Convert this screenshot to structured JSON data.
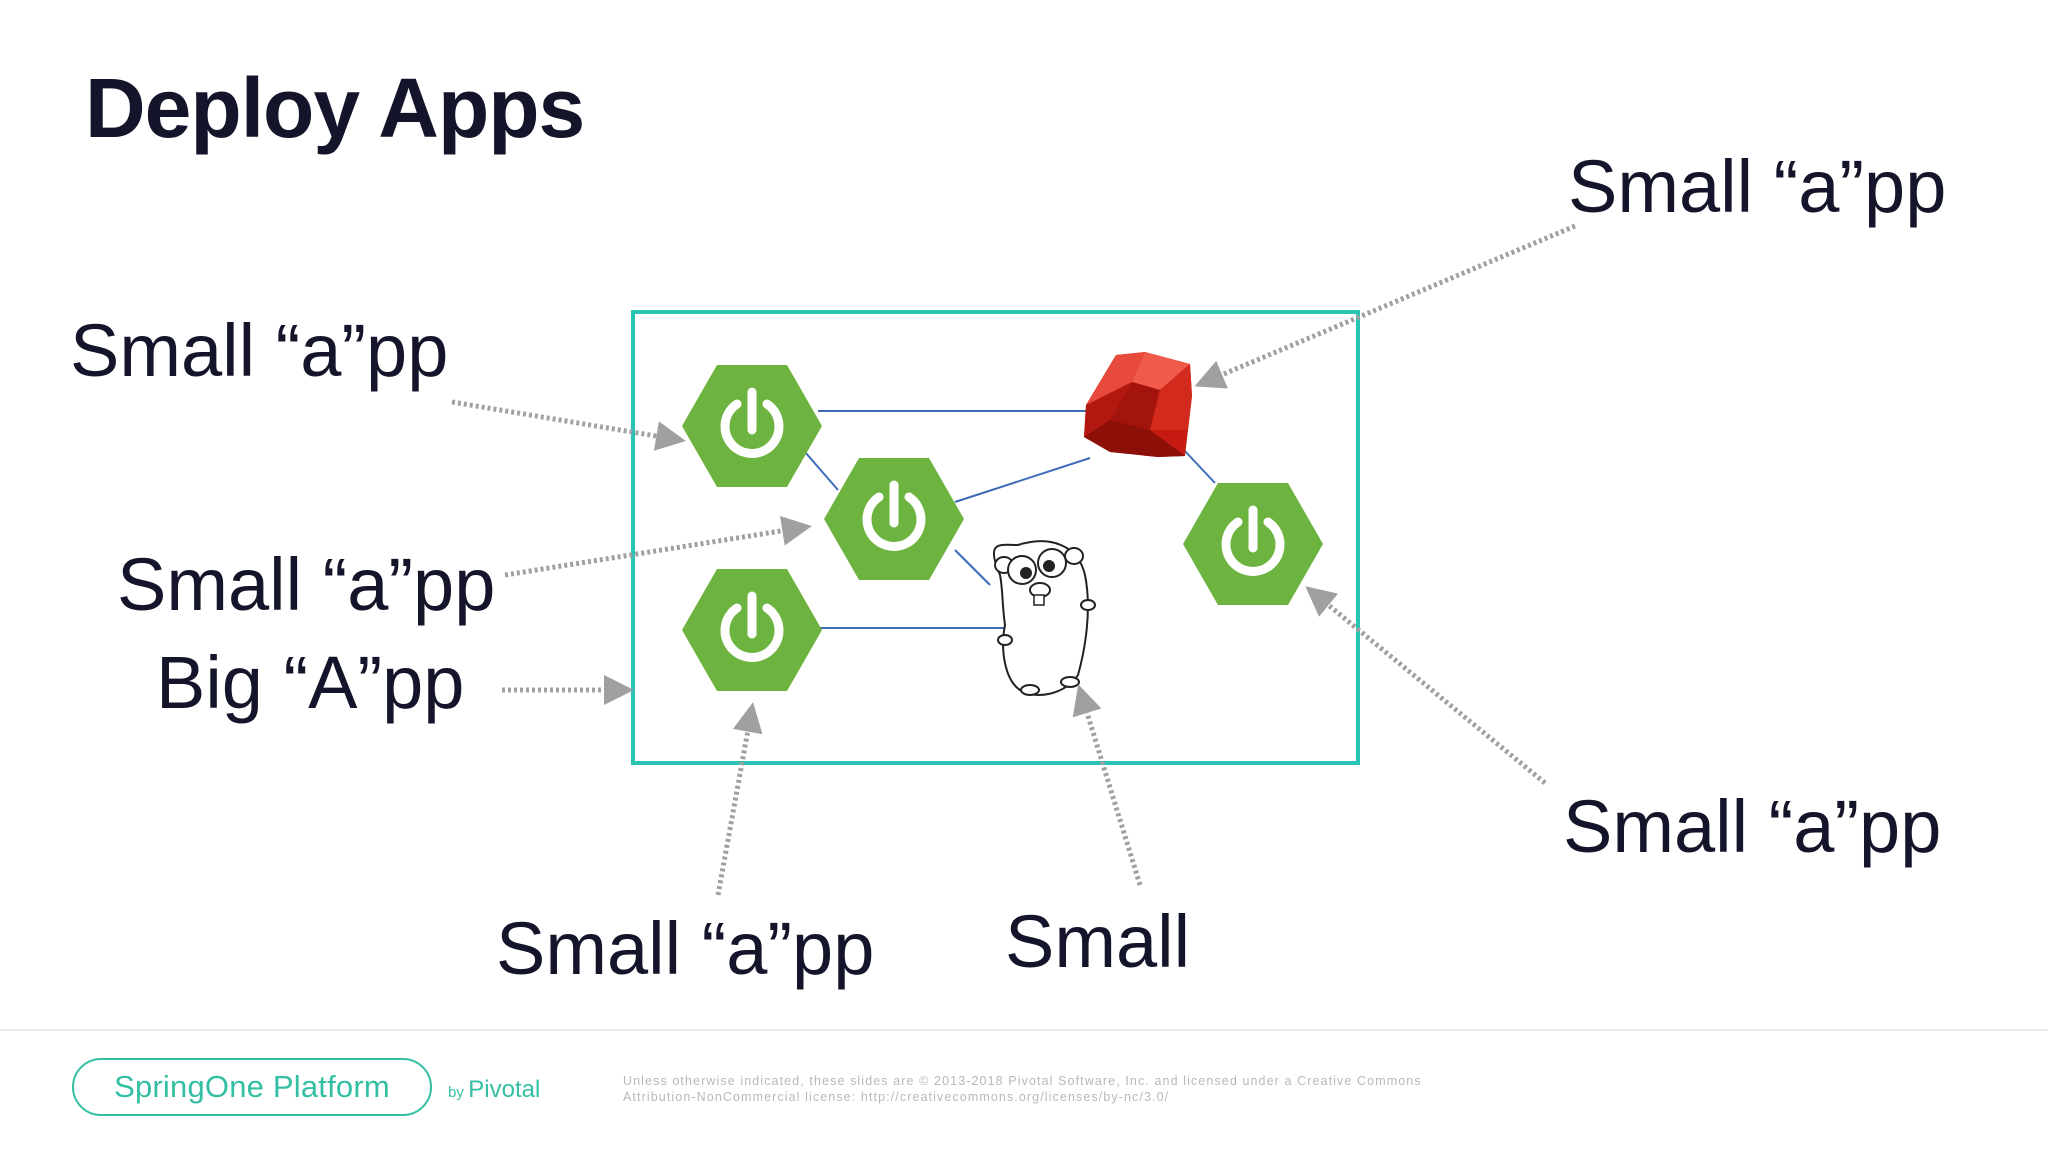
{
  "slide": {
    "title": "Deploy Apps",
    "labels": {
      "top_right": "Small “a”pp",
      "left_top": "Small “a”pp",
      "left_middle": "Small “a”pp",
      "left_big": "Big “A”pp",
      "bottom_left": "Small “a”pp",
      "bottom_middle": "Small",
      "bottom_right": "Small “a”pp"
    },
    "icons": {
      "spring_boot": "spring-power-icon",
      "ruby": "ruby-gem-icon",
      "go": "go-gopher-icon"
    },
    "colors": {
      "frame_border": "#28c3b4",
      "spring_green": "#6db33f",
      "ruby_red": "#c61a12",
      "connector_line": "#3d6bb8",
      "arrow_gray": "#a0a0a0",
      "brand_teal": "#34bfa3"
    }
  },
  "footer": {
    "brand": "SpringOne Platform",
    "by": "by",
    "company": "Pivotal",
    "legal_line1": "Unless otherwise indicated, these slides are © 2013-2018 Pivotal Software, Inc. and licensed under a Creative Commons",
    "legal_line2": "Attribution-NonCommercial license: http://creativecommons.org/licenses/by-nc/3.0/"
  }
}
